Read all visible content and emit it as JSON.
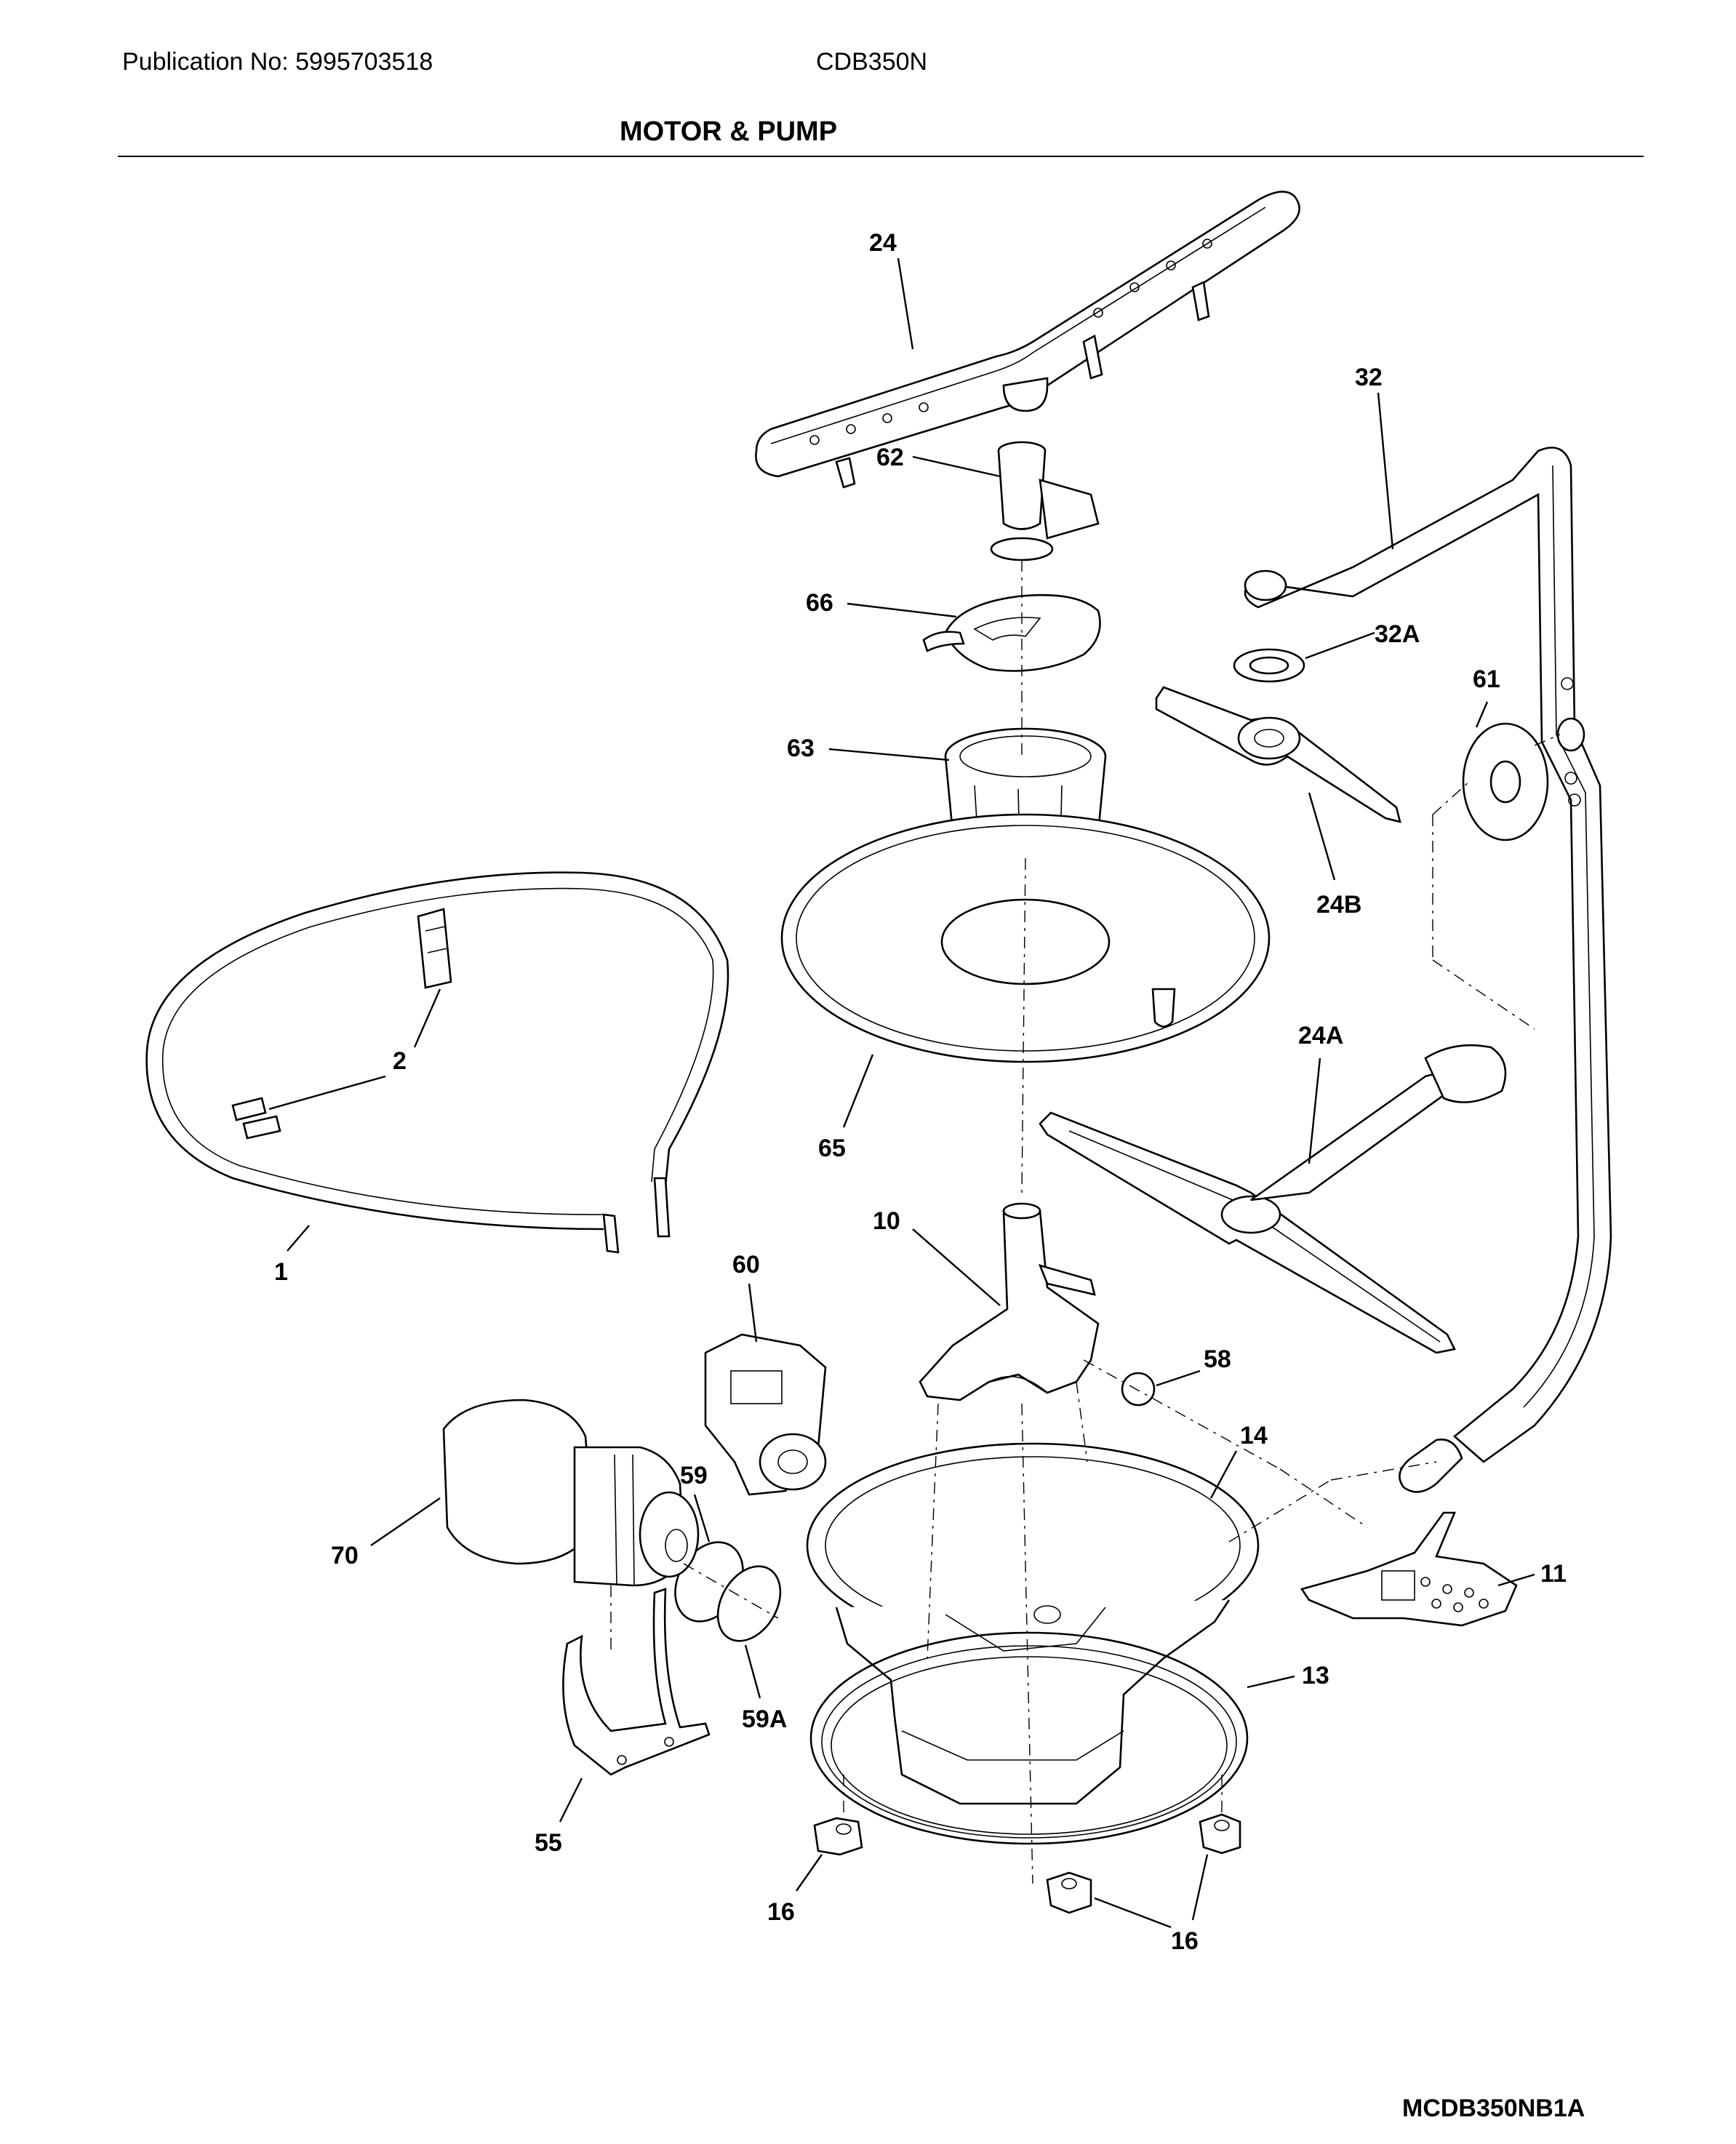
{
  "header": {
    "publication": "Publication No: 5995703518",
    "model": "CDB350N",
    "title": "MOTOR & PUMP"
  },
  "footer": {
    "diagram_code": "MCDB350NB1A"
  },
  "callouts": {
    "p24": "24",
    "p32": "32",
    "p62": "62",
    "p66": "66",
    "p32a": "32A",
    "p61": "61",
    "p63": "63",
    "p24b": "24B",
    "p2": "2",
    "p65": "65",
    "p24a": "24A",
    "p1": "1",
    "p10": "10",
    "p60": "60",
    "p58": "58",
    "p14": "14",
    "p59": "59",
    "p70": "70",
    "p11": "11",
    "p13": "13",
    "p59a": "59A",
    "p55": "55",
    "p16a": "16",
    "p16b": "16"
  }
}
